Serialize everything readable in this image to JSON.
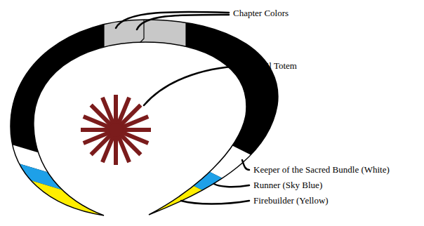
{
  "diagram": {
    "labels": [
      "Chapter Colors",
      "Vigil Totem",
      "Keeper of the Sacred Bundle (White)",
      "Runner (Sky Blue)",
      "Firebuilder (Yellow)"
    ]
  }
}
